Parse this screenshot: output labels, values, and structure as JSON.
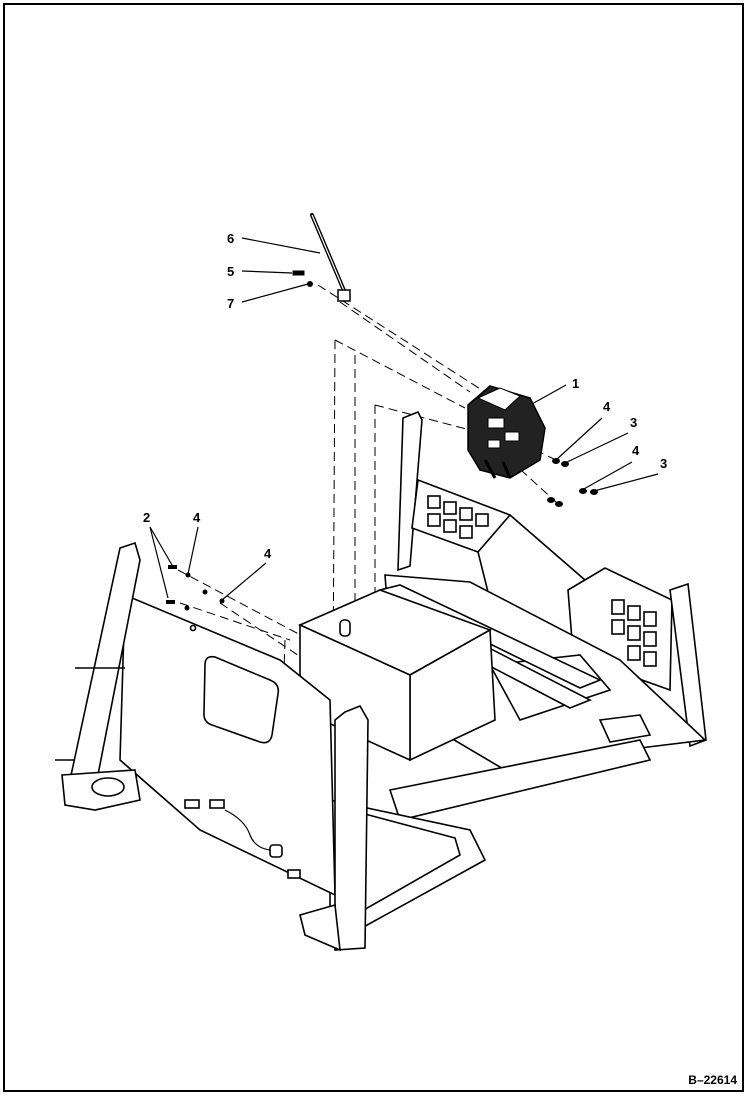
{
  "diagram": {
    "figure_reference": "B–22614",
    "callouts": [
      {
        "id": "c6",
        "label": "6"
      },
      {
        "id": "c5",
        "label": "5"
      },
      {
        "id": "c7",
        "label": "7"
      },
      {
        "id": "c1",
        "label": "1"
      },
      {
        "id": "c4a",
        "label": "4"
      },
      {
        "id": "c3a",
        "label": "3"
      },
      {
        "id": "c4b",
        "label": "4"
      },
      {
        "id": "c3b",
        "label": "3"
      },
      {
        "id": "c2",
        "label": "2"
      },
      {
        "id": "c4c",
        "label": "4"
      },
      {
        "id": "c4d",
        "label": "4"
      }
    ]
  }
}
